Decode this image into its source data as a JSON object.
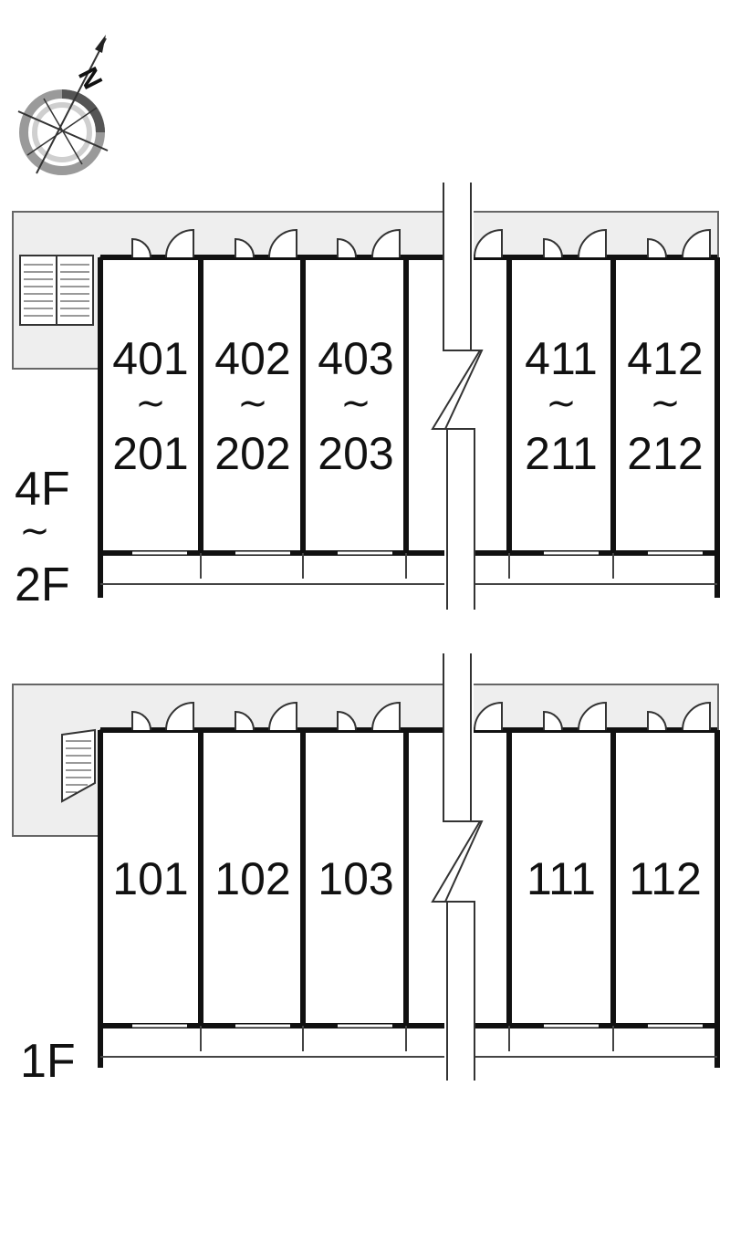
{
  "compass": {
    "label": "N",
    "icon": "north-arrow-compass-icon"
  },
  "upper_block": {
    "floor_label_top": "4F",
    "floor_label_sep": "~",
    "floor_label_bottom": "2F",
    "units": [
      {
        "top": "401",
        "sep": "~",
        "bottom": "201"
      },
      {
        "top": "402",
        "sep": "~",
        "bottom": "202"
      },
      {
        "top": "403",
        "sep": "~",
        "bottom": "203"
      },
      {
        "top": "411",
        "sep": "~",
        "bottom": "211"
      },
      {
        "top": "412",
        "sep": "~",
        "bottom": "212"
      }
    ]
  },
  "lower_block": {
    "floor_label": "1F",
    "units": [
      {
        "label": "101"
      },
      {
        "label": "102"
      },
      {
        "label": "103"
      },
      {
        "label": "111"
      },
      {
        "label": "112"
      }
    ]
  },
  "colors": {
    "wall": "#111111",
    "corridor_fill": "#eeeeee",
    "compass_ring": "#888888"
  }
}
